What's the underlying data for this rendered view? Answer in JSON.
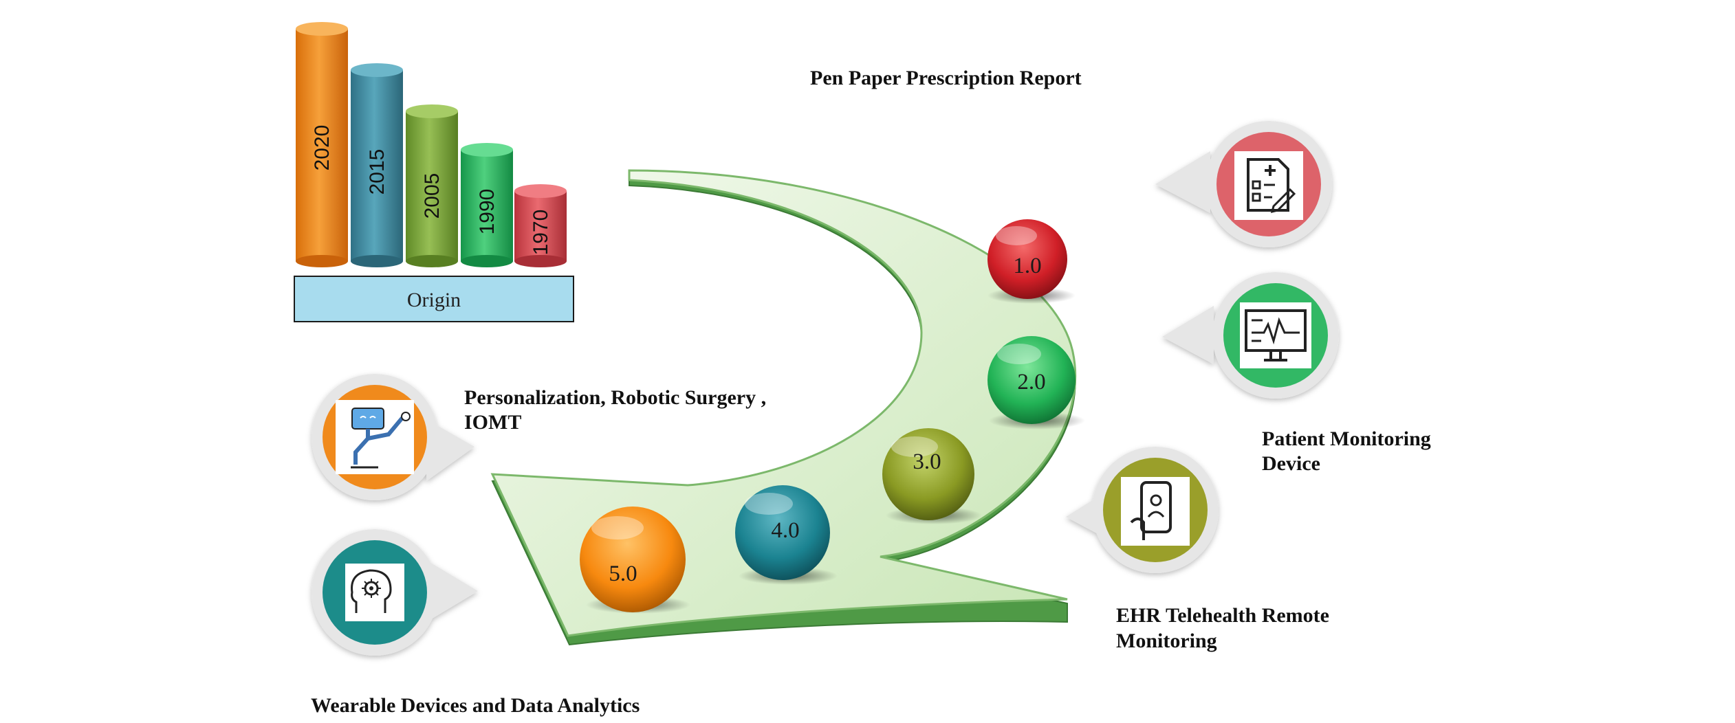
{
  "origin_label": "Origin",
  "years": [
    "2020",
    "2015",
    "2005",
    "1990",
    "1970"
  ],
  "stages": [
    "1.0",
    "2.0",
    "3.0",
    "4.0",
    "5.0"
  ],
  "labels": {
    "pen_paper": "Pen Paper Prescription Report",
    "patient_monitoring_line1": "Patient Monitoring",
    "patient_monitoring_line2": "Device",
    "ehr_line1": "EHR Telehealth Remote",
    "ehr_line2": "Monitoring",
    "personalization_line1": "Personalization, Robotic Surgery ,",
    "personalization_line2": "IOMT",
    "wearable": "Wearable Devices and Data Analytics"
  },
  "icons": [
    "prescription-report-icon",
    "patient-monitor-icon",
    "smartphone-health-icon",
    "robot-arm-icon",
    "brain-gear-icon"
  ],
  "colors": {
    "orange": "#f08a1c",
    "blue": "#3a8aa0",
    "olive": "#7aa23a",
    "green": "#25b35a",
    "red": "#d9434b",
    "arrow": "#d6ecc8",
    "origin_box": "#a8dcee"
  }
}
